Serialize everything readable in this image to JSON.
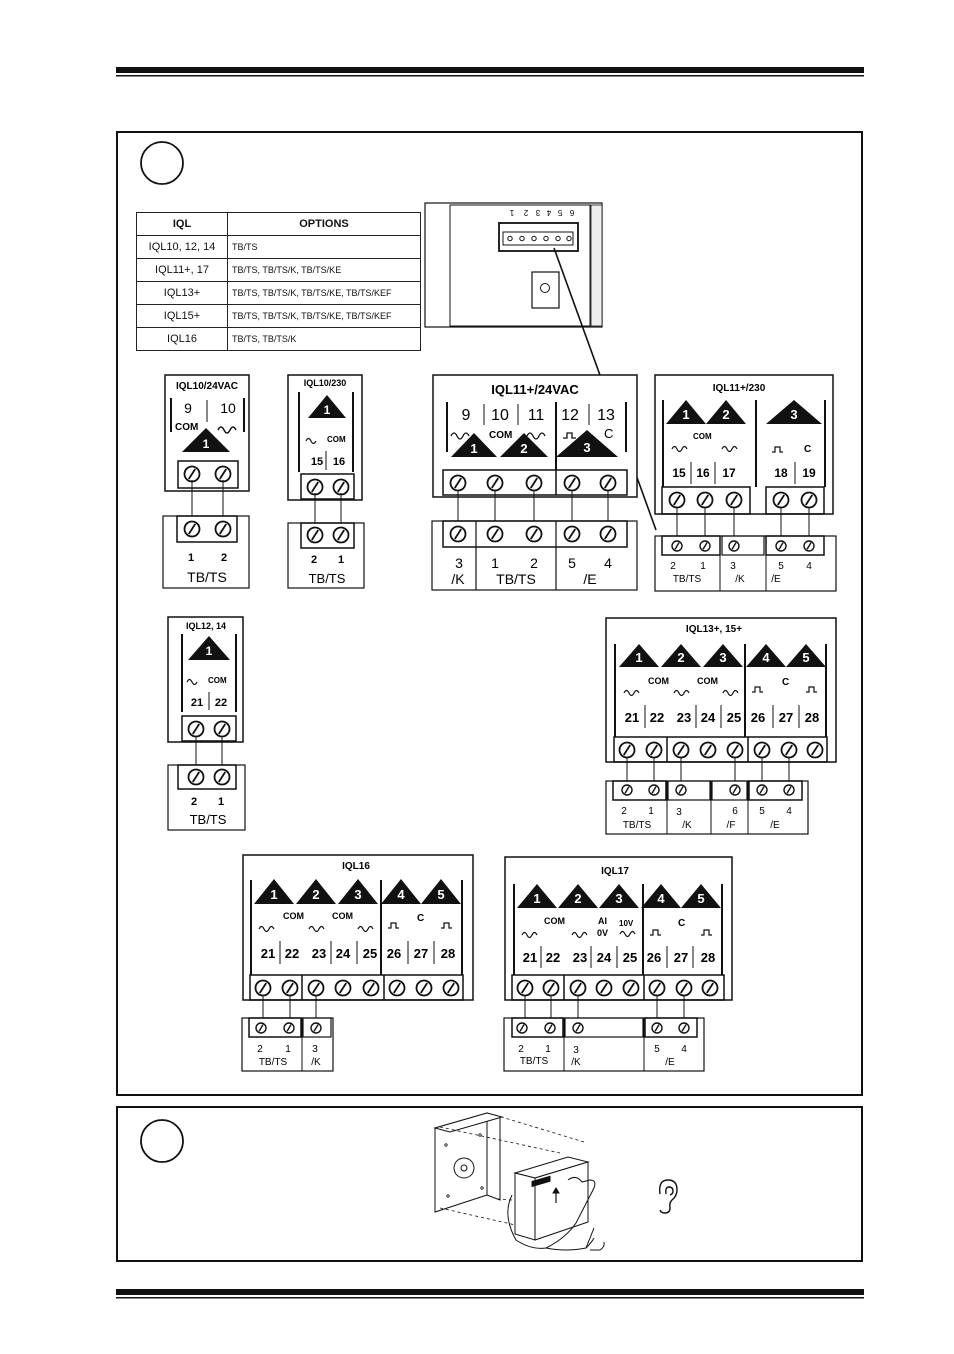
{
  "options_table": {
    "headers": [
      "IQL",
      "OPTIONS"
    ],
    "rows": [
      [
        "IQL10, 12, 14",
        "TB/TS"
      ],
      [
        "IQL11+, 17",
        "TB/TS, TB/TS/K, TB/TS/KE"
      ],
      [
        "IQL13+",
        "TB/TS, TB/TS/K, TB/TS/KE, TB/TS/KEF"
      ],
      [
        "IQL15+",
        "TB/TS, TB/TS/K, TB/TS/KE, TB/TS/KEF"
      ],
      [
        "IQL16",
        "TB/TS, TB/TS/K"
      ]
    ]
  },
  "connector_labels": [
    "6",
    "5",
    "4",
    "3",
    "2",
    "1"
  ],
  "diagrams": {
    "iql10_24vac": {
      "title": "IQL10/24VAC",
      "terms": [
        "9",
        "10"
      ],
      "com": "COM",
      "slots": [
        "1"
      ],
      "base_nums": [
        "1",
        "2"
      ],
      "base_label": "TB/TS"
    },
    "iql10_230": {
      "title": "IQL10/230",
      "slots": [
        "1"
      ],
      "com": "COM",
      "terms": [
        "15",
        "16"
      ],
      "base_nums": [
        "2",
        "1"
      ],
      "base_label": "TB/TS"
    },
    "iql11_24vac": {
      "title": "IQL11+/24VAC",
      "terms": [
        "9",
        "10",
        "11",
        "12",
        "13"
      ],
      "com": "COM",
      "c": "C",
      "slots": [
        "1",
        "2",
        "3"
      ],
      "base_nums": [
        "3",
        "1",
        "2",
        "5",
        "4"
      ],
      "base_labels": [
        "/K",
        "TB/TS",
        "/E"
      ]
    },
    "iql11_230": {
      "title": "IQL11+/230",
      "slots": [
        "1",
        "2",
        "3"
      ],
      "com": "COM",
      "c": "C",
      "terms": [
        "15",
        "16",
        "17",
        "18",
        "19"
      ],
      "base_nums": [
        "2",
        "1",
        "3",
        "5",
        "4"
      ],
      "base_labels": [
        "TB/TS",
        "/K",
        "/E"
      ]
    },
    "iql12_14": {
      "title": "IQL12, 14",
      "slots": [
        "1"
      ],
      "com": "COM",
      "terms": [
        "21",
        "22"
      ],
      "base_nums": [
        "2",
        "1"
      ],
      "base_label": "TB/TS"
    },
    "iql13_15": {
      "title": "IQL13+, 15+",
      "slots": [
        "1",
        "2",
        "3",
        "4",
        "5"
      ],
      "com": "COM",
      "c": "C",
      "terms": [
        "21",
        "22",
        "23",
        "24",
        "25",
        "26",
        "27",
        "28"
      ],
      "base_nums": [
        "2",
        "1",
        "3",
        "6",
        "5",
        "4"
      ],
      "base_labels": [
        "TB/TS",
        "/K",
        "/F",
        "/E"
      ]
    },
    "iql16": {
      "title": "IQL16",
      "slots": [
        "1",
        "2",
        "3",
        "4",
        "5"
      ],
      "com": "COM",
      "c": "C",
      "terms": [
        "21",
        "22",
        "23",
        "24",
        "25",
        "26",
        "27",
        "28"
      ],
      "base_nums": [
        "2",
        "1",
        "3"
      ],
      "base_labels": [
        "TB/TS",
        "/K"
      ]
    },
    "iql17": {
      "title": "IQL17",
      "slots": [
        "1",
        "2",
        "3",
        "4",
        "5"
      ],
      "com": "COM",
      "c": "C",
      "ai": "AI",
      "ov": "0V",
      "tenv": "10V",
      "terms": [
        "21",
        "22",
        "23",
        "24",
        "25",
        "26",
        "27",
        "28"
      ],
      "base_nums": [
        "2",
        "1",
        "3",
        "5",
        "4"
      ],
      "base_labels": [
        "TB/TS",
        "/K",
        "/E"
      ]
    }
  }
}
